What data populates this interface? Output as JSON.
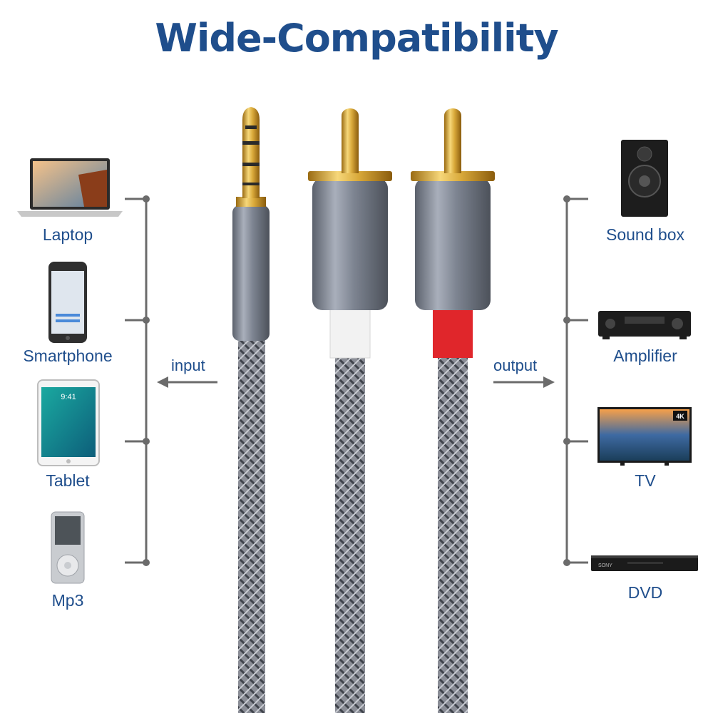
{
  "title": "Wide-Compatibility",
  "input_label": "input",
  "output_label": "output",
  "input_devices": [
    {
      "label": "Laptop",
      "icon": "laptop-icon"
    },
    {
      "label": "Smartphone",
      "icon": "smartphone-icon"
    },
    {
      "label": "Tablet",
      "icon": "tablet-icon"
    },
    {
      "label": "Mp3",
      "icon": "mp3-player-icon"
    }
  ],
  "output_devices": [
    {
      "label": "Sound box",
      "icon": "speaker-icon"
    },
    {
      "label": "Amplifier",
      "icon": "amplifier-icon"
    },
    {
      "label": "TV",
      "icon": "tv-icon"
    },
    {
      "label": "DVD",
      "icon": "dvd-player-icon"
    }
  ],
  "colors": {
    "title": "#1f4e8c",
    "connector_line": "#6b6b6b",
    "cable_braid": "#8a8d96",
    "gold": "#d9a93a",
    "housing": "#7d8491",
    "white_ring": "#f2f2f2",
    "red_ring": "#e0262b"
  }
}
